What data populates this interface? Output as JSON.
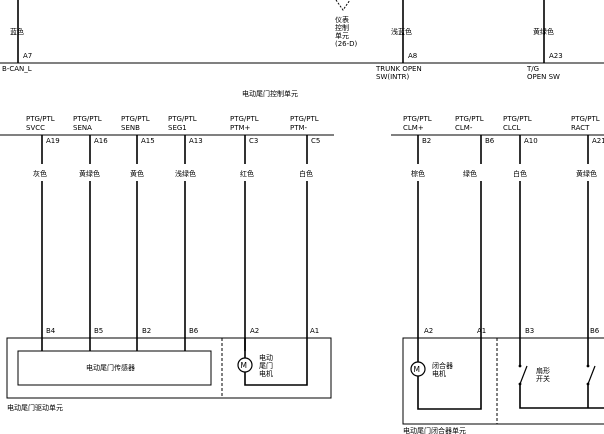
{
  "top_section": {
    "left_wire": {
      "color": "蓝色",
      "pin": "A7",
      "signal": "B-CAN_L"
    },
    "dash_label": [
      "仪表",
      "控制",
      "单元",
      "(26-D)"
    ],
    "mid_wire": {
      "color": "浅蓝色",
      "pin": "A8",
      "signal": [
        "TRUNK OPEN",
        "SW(INTR)"
      ]
    },
    "right_wire": {
      "color": "黄绿色",
      "pin": "A23",
      "signal": [
        "T/G",
        "OPEN SW"
      ]
    },
    "control_unit_title": "电动尾门控制单元"
  },
  "control_unit_pins": [
    {
      "name": [
        "PTG/PTL",
        "SVCC"
      ],
      "pin": "A19",
      "color": "灰色"
    },
    {
      "name": [
        "PTG/PTL",
        "SENA"
      ],
      "pin": "A16",
      "color": "黄绿色"
    },
    {
      "name": [
        "PTG/PTL",
        "SENB"
      ],
      "pin": "A15",
      "color": "黄色"
    },
    {
      "name": [
        "PTG/PTL",
        "SEG1"
      ],
      "pin": "A13",
      "color": "浅绿色"
    },
    {
      "name": [
        "PTG/PTL",
        "PTM+"
      ],
      "pin": "C3",
      "color": "红色"
    },
    {
      "name": [
        "PTG/PTL",
        "PTM-"
      ],
      "pin": "C5",
      "color": "白色"
    },
    {
      "name": [
        "PTG/PTL",
        "CLM+"
      ],
      "pin": "B2",
      "color": "棕色"
    },
    {
      "name": [
        "PTG/PTL",
        "CLM-"
      ],
      "pin": "B6",
      "color": "绿色"
    },
    {
      "name": [
        "PTG/PTL",
        "CLCL"
      ],
      "pin": "A10",
      "color": "白色"
    },
    {
      "name": [
        "PTG/PTL",
        "RACT"
      ],
      "pin": "A21",
      "color": "黄绿色"
    }
  ],
  "drive_unit": {
    "pins": [
      "B4",
      "B5",
      "B2",
      "B6",
      "A2",
      "A1"
    ],
    "sensor_label": "电动尾门传感器",
    "motor_symbol": "M",
    "motor_label": [
      "电动",
      "尾门",
      "电机"
    ],
    "title": "电动尾门驱动单元"
  },
  "latch_unit": {
    "pins": [
      "A2",
      "A1",
      "B3",
      "B6"
    ],
    "motor_symbol": "M",
    "motor_label": [
      "闭合器",
      "电机"
    ],
    "switch1_label": [
      "扇形",
      "开关"
    ],
    "title": "电动尾门闭合器单元"
  }
}
